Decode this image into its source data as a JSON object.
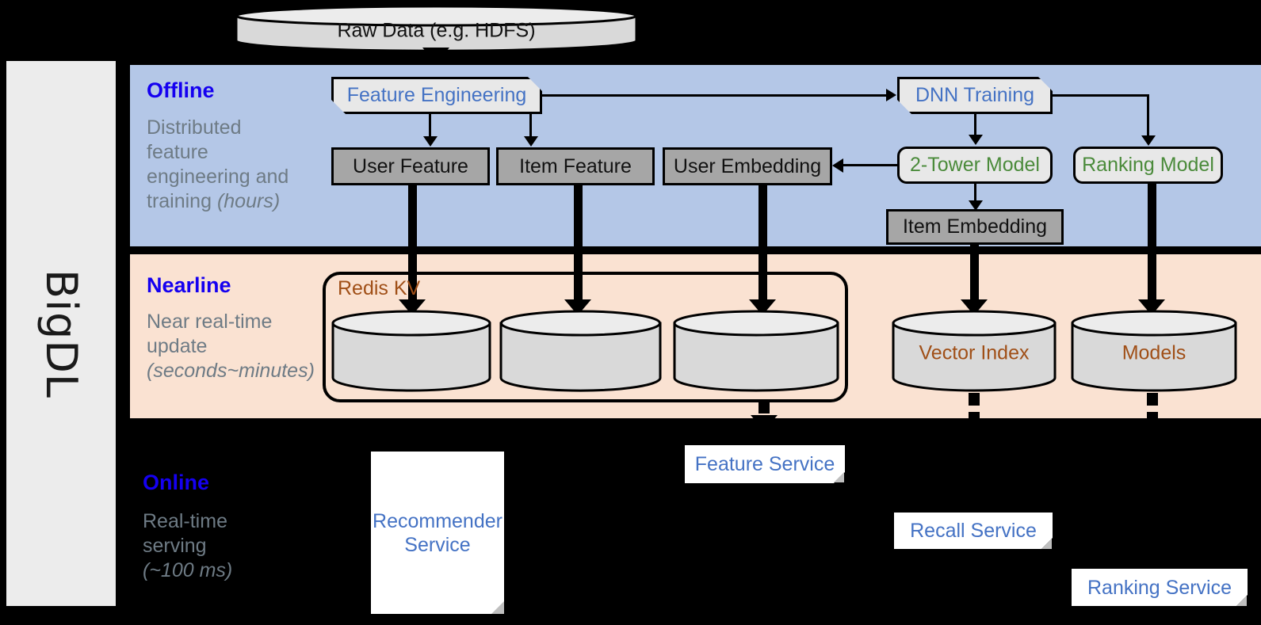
{
  "framework": {
    "label": "BigDL"
  },
  "source": {
    "label": "Raw Data (e.g. HDFS)"
  },
  "lanes": [
    {
      "id": "offline",
      "title": "Offline",
      "subtitle_line1": "Distributed",
      "subtitle_line2": "feature",
      "subtitle_line3": "engineering and",
      "subtitle_line4": "training ",
      "subtitle_italic": "(hours)",
      "bg_color": "#b4c7e7",
      "title_color": "#1500f0"
    },
    {
      "id": "nearline",
      "title": "Nearline",
      "subtitle_line1": "Near real-time",
      "subtitle_line2": "update",
      "subtitle_italic": "(seconds~minutes)",
      "bg_color": "#fae2d2",
      "title_color": "#1500f0"
    },
    {
      "id": "online",
      "title": "Online",
      "subtitle_line1": "Real-time",
      "subtitle_line2": "serving",
      "subtitle_italic": "(~100 ms)",
      "bg_color": "#000000",
      "title_color": "#1500f0"
    }
  ],
  "offline": {
    "feature_engineering": "Feature Engineering",
    "dnn_training": "DNN Training",
    "two_tower_model": "2-Tower Model",
    "ranking_model": "Ranking Model",
    "user_feature": "User Feature",
    "item_feature": "Item Feature",
    "user_embedding": "User Embedding",
    "item_embedding": "Item Embedding"
  },
  "nearline": {
    "redis_label": "Redis KV",
    "store_user_feature": "",
    "store_item_feature": "",
    "store_user_embedding": "",
    "vector_index": "Vector Index",
    "models": "Models"
  },
  "online": {
    "recommender_service_line1": "Recommender",
    "recommender_service_line2": "Service",
    "feature_service": "Feature Service",
    "recall_service": "Recall Service",
    "ranking_service": "Ranking Service"
  },
  "colors": {
    "offline_bg": "#b4c7e7",
    "nearline_bg": "#fae2d2",
    "online_bg": "#000000",
    "lane_title": "#1500f0",
    "lane_subtitle": "#6e7b85",
    "blue_text": "#4472c4",
    "green_text": "#4b8b3b",
    "brown_text": "#a04f17",
    "grey_node": "#a6a6a6",
    "light_node": "#e8e8e8",
    "rail_bg": "#ececec"
  }
}
